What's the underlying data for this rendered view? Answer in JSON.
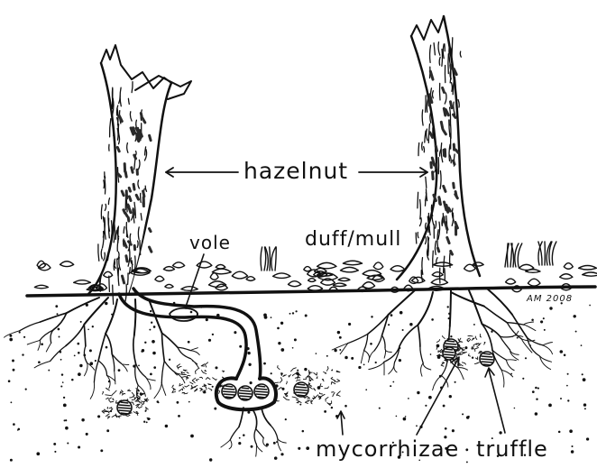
{
  "diagram": {
    "labels": {
      "hazelnut": "hazelnut",
      "duff": "duff/mull",
      "vole": "vole",
      "mycorrhizae": "mycorrhizae",
      "truffle": "truffle",
      "signature": "AM 2008"
    },
    "colors": {
      "ink": "#111111",
      "paper": "#ffffff",
      "bark_shade": "#2a2a2a"
    }
  }
}
